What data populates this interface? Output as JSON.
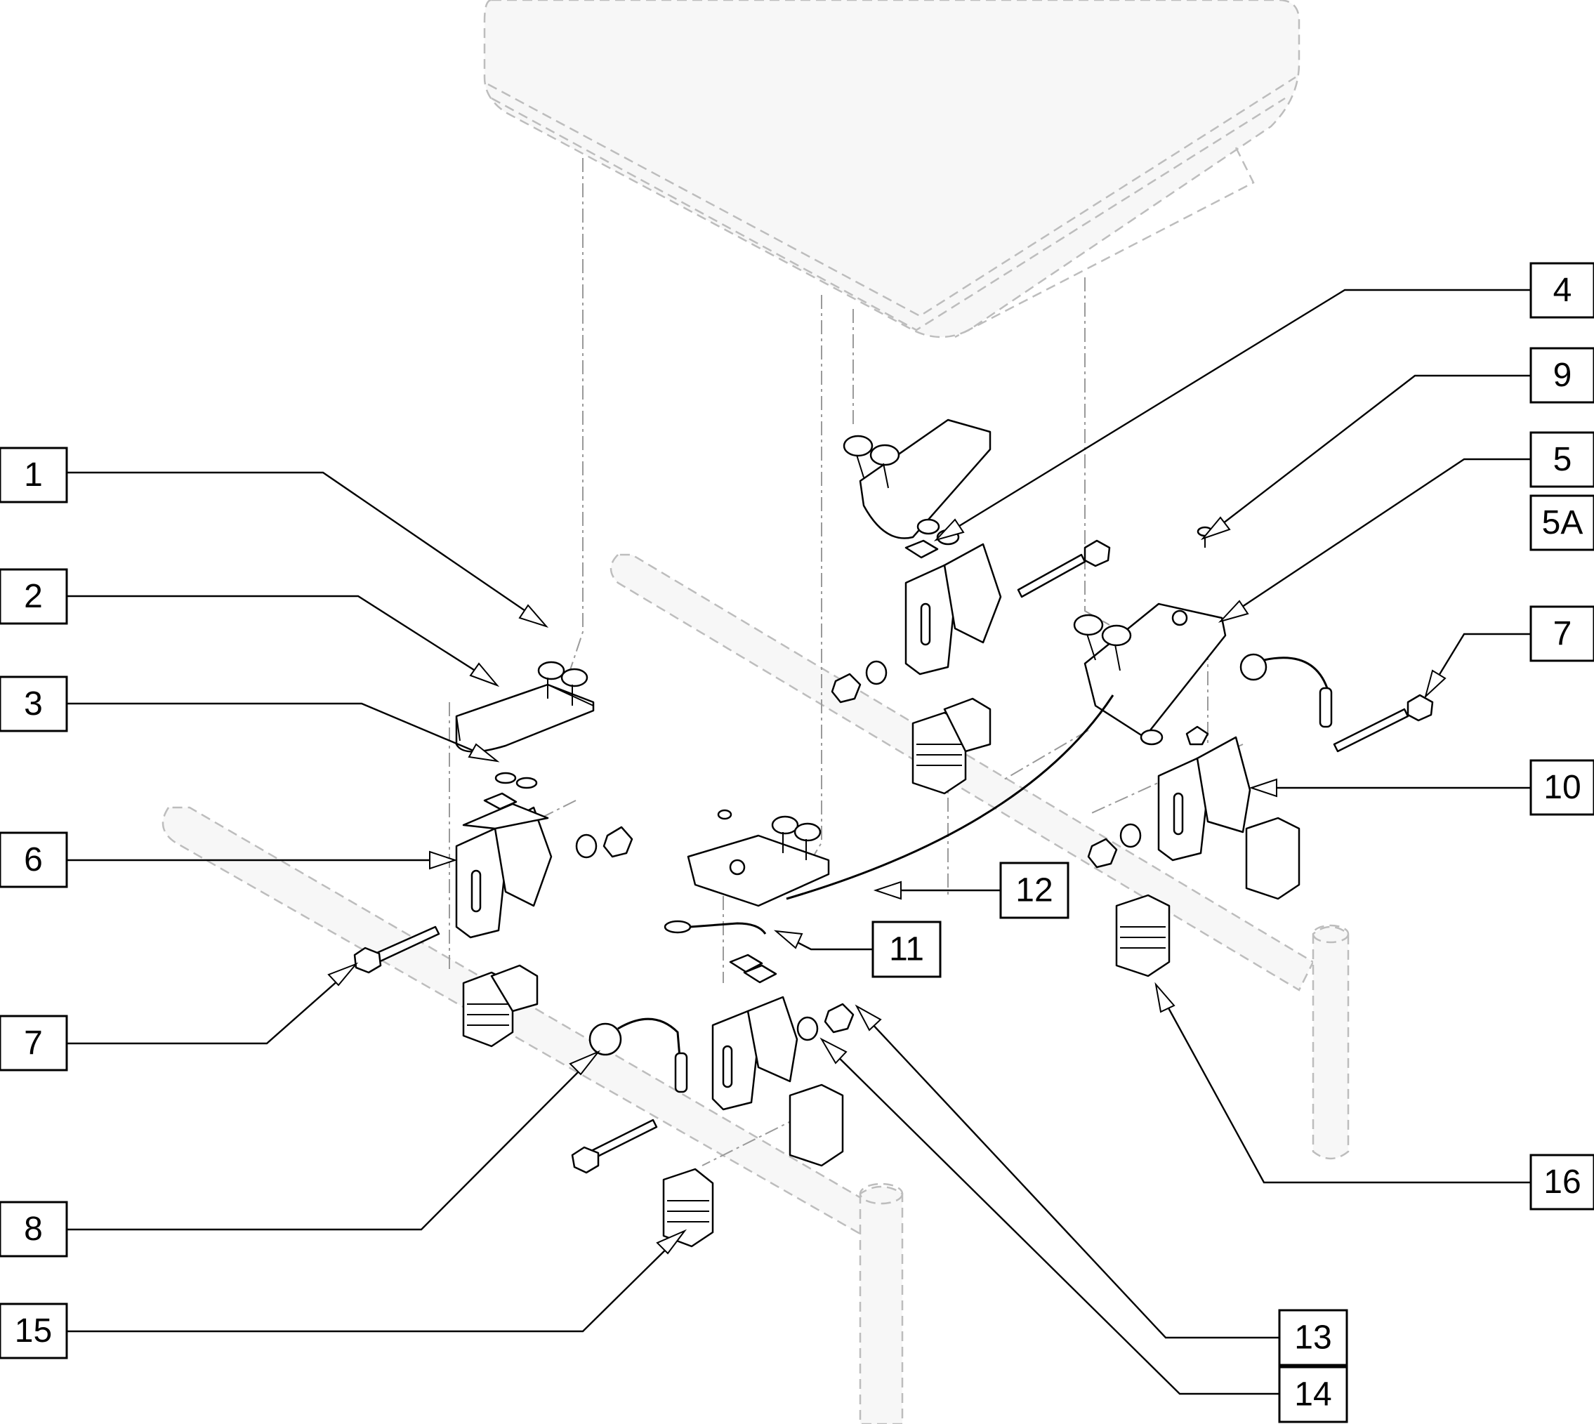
{
  "callouts": {
    "c1": "1",
    "c2": "2",
    "c3": "3",
    "c4": "4",
    "c5": "5",
    "c5a": "5A",
    "c6": "6",
    "c7_left": "7",
    "c7_right": "7",
    "c8": "8",
    "c9": "9",
    "c10": "10",
    "c11": "11",
    "c12": "12",
    "c13": "13",
    "c14": "14",
    "c15": "15",
    "c16": "16"
  },
  "colors": {
    "line": "#000000",
    "phantom": "#bdbdbd",
    "background": "#ffffff"
  }
}
